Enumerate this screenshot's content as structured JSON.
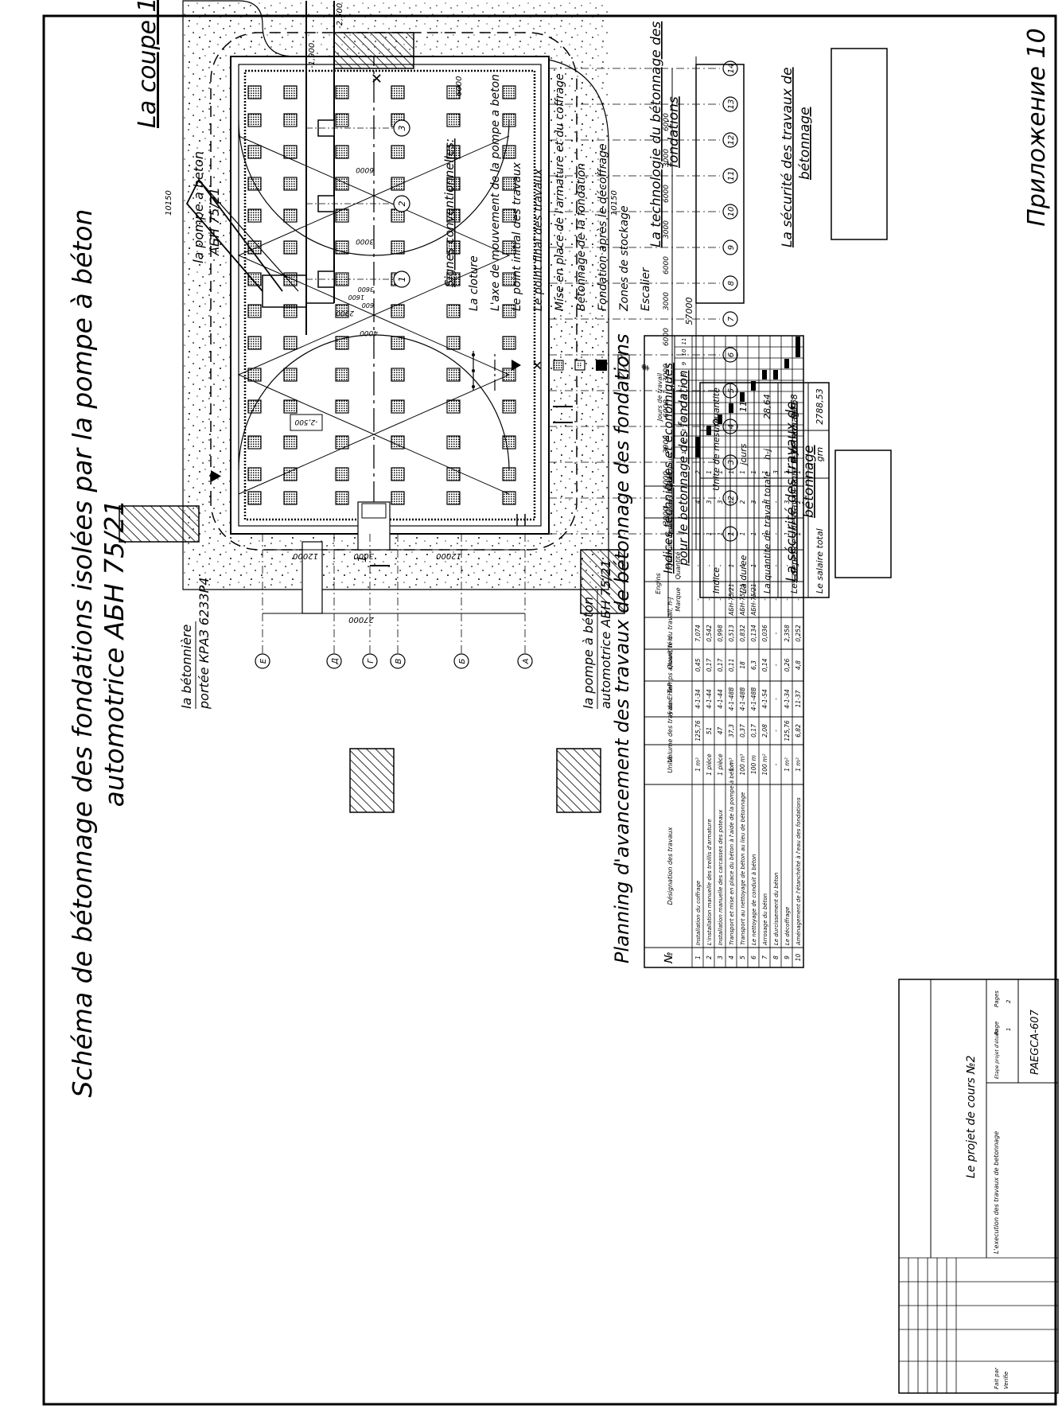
{
  "appendix": "Приложение 10",
  "main_title_line1": "Schéma de bétonnage des fondations isolées par la pompe à béton",
  "main_title_line2": "automotrice АБН 75/21",
  "section_title": "La coupe 1-1",
  "pump_label_line1": "la pompe a beton",
  "pump_label_line2": "АБН 75/21",
  "mixer_label_line1": "la bétonnière",
  "mixer_label_line2": "portée КРАЗ 6233Р4",
  "pump_plan_label_line1": "la pompe à béton",
  "pump_plan_label_line2": "automotrice АБН 75/21",
  "section_marks": [
    "1",
    "2",
    "3"
  ],
  "section_dims": {
    "d3000": "3000",
    "d6000": "6000",
    "d4000": "4000",
    "d2900": "2900",
    "d1600": "1600",
    "d600": "600",
    "d3600": "3600",
    "d1900": "-1,900",
    "d2500": "-2,500"
  },
  "axes_letters": [
    "Е",
    "Д",
    "Г",
    "В",
    "Б",
    "А"
  ],
  "axes_numbers": [
    "1",
    "2",
    "3",
    "4",
    "5",
    "6",
    "7",
    "8",
    "9",
    "10",
    "11",
    "12",
    "13",
    "14"
  ],
  "plan_dims": [
    "3000",
    "6000",
    "3000",
    "6000",
    "3000",
    "6000",
    "3000",
    "6000",
    "3000",
    "6000",
    "3000",
    "6000"
  ],
  "total_length": "57000",
  "left_dims": {
    "d12000a": "12000",
    "d3000": "3000",
    "d12000b": "12000",
    "d27000": "27000"
  },
  "level_mark": "-2,500",
  "offset_dim": "10150",
  "depth_dim": "6000",
  "legend_title": "Signes conventionnelles:",
  "legend": [
    "La cloture",
    "L'axe de mouvement de la pompe a beton",
    "Le point initial des travaux",
    "Le point final des travaux",
    "Mise en place de l'armature et du coffrage",
    "Bétonnage de la fondation",
    "Fondation après le décoffrage",
    "Zones de stockage",
    "Escalier"
  ],
  "indices_title_line1": "Indices techniques et économiques",
  "indices_title_line2": "pour le betonnage des fondation",
  "indices_headers": [
    "Indice",
    "Unite de mesure",
    "Quantite"
  ],
  "indices_rows": [
    [
      "La duree",
      "jours",
      "11"
    ],
    [
      "La quantite de travail totale",
      "h-j",
      "28,64"
    ],
    [
      "Les depences de travail pour le betonnage",
      "h-j/t",
      "0,768"
    ],
    [
      "Le salaire total",
      "grn",
      "2788,53"
    ]
  ],
  "techno_title_line1": "La technologie du bétonnage des",
  "techno_title_line2": "fondations",
  "securite1_line1": "La sécurité des travaux de",
  "securite1_line2": "bétonnage",
  "securite2_line1": "La sécurité des travaux de",
  "securite2_line2": "bétonnage",
  "planning_title": "Planning d'avancement des travaux de bétonnage des fondations",
  "planning_headers": {
    "num": "№",
    "designation": "Désignation des travaux",
    "unite": "Unité",
    "volume": "Volume des travaux",
    "enir": "§ de ЕНиР",
    "temps": "Temps alloué, h-h",
    "quantite_travail": "Quantité du travail, h-j",
    "engins": "Engins",
    "marque": "Marque",
    "quantite": "Quantité",
    "equipes": "Quantité des équipes",
    "ouvriers": "Quantité des ouvriers",
    "duree": "Durée, jours",
    "jours": "Jours de travail",
    "days": [
      "1",
      "2",
      "3",
      "4",
      "5",
      "6",
      "7",
      "8",
      "9",
      "10",
      "11"
    ]
  },
  "planning_rows": [
    {
      "n": "1",
      "d": "Installation du coffrage",
      "u": "1 m²",
      "v": "125,76",
      "e": "4-1-34",
      "t": "0,45",
      "q": "7,074",
      "m": "-",
      "mq": "-",
      "eq": "1",
      "o": "4",
      "du": "2",
      "s": 1,
      "l": 2
    },
    {
      "n": "2",
      "d": "L'installation manuelle des treillis d'armature",
      "u": "1 pièce",
      "v": "51",
      "e": "4-1-44",
      "t": "0,17",
      "q": "0,542",
      "m": "-",
      "mq": "-",
      "eq": "1",
      "o": "3",
      "du": "1",
      "s": 3,
      "l": 1
    },
    {
      "n": "3",
      "d": "Installation manuelle des carcasses des poteaux",
      "u": "1 pièce",
      "v": "47",
      "e": "4-1-44",
      "t": "0,17",
      "q": "0,998",
      "m": "-",
      "mq": "-",
      "eq": "1",
      "o": "3",
      "du": "1",
      "s": 4,
      "l": 1
    },
    {
      "n": "4",
      "d": "Transport et mise en place du béton à l'aide de la pompe à béton",
      "u": "1 m³",
      "v": "37,3",
      "e": "4-1-48B",
      "t": "0,11",
      "q": "0,513",
      "m": "АБН-75/21",
      "mq": "1",
      "eq": "1",
      "o": "1",
      "du": "1",
      "s": 5,
      "l": 1
    },
    {
      "n": "5",
      "d": "Transport au nettoyage de béton au lieu de bétonnage",
      "u": "100 m³",
      "v": "0,37",
      "e": "4-1-48B",
      "t": "18",
      "q": "0,832",
      "m": "АБН-75/21",
      "mq": "1",
      "eq": "1",
      "o": "2",
      "du": "1",
      "s": 6,
      "l": 1
    },
    {
      "n": "6",
      "d": "Le nettoyage de conduit à béton",
      "u": "100 m",
      "v": "0,17",
      "e": "4-1-48B",
      "t": "6,3",
      "q": "0,134",
      "m": "АБН-75/21",
      "mq": "1",
      "eq": "1",
      "o": "3",
      "du": "1",
      "s": 7,
      "l": 1
    },
    {
      "n": "7",
      "d": "Arrosage du béton",
      "u": "100 m²",
      "v": "2,08",
      "e": "4-1-54",
      "t": "0,14",
      "q": "0,036",
      "m": "-",
      "mq": "-",
      "eq": "1",
      "o": "1",
      "du": "1",
      "s": 8,
      "l": 1
    },
    {
      "n": "8",
      "d": "Le durcissement du béton",
      "u": "-",
      "v": "-",
      "e": "-",
      "t": "-",
      "q": "-",
      "m": "-",
      "mq": "-",
      "eq": "-",
      "o": "-",
      "du": "3",
      "s": 8,
      "l": 1
    },
    {
      "n": "9",
      "d": "Le décoffrage",
      "u": "1 m²",
      "v": "125,76",
      "e": "4-1-34",
      "t": "0,26",
      "q": "2,358",
      "m": "-",
      "mq": "-",
      "eq": "1",
      "o": "3",
      "du": "1",
      "s": 9,
      "l": 1
    },
    {
      "n": "10",
      "d": "Aménagement de l'étanchéité à l'eau des fondations",
      "u": "1 m²",
      "v": "6,82",
      "e": "11-37",
      "t": "4,8",
      "q": "0,252",
      "m": "-",
      "mq": "-",
      "eq": "1",
      "o": "2",
      "du": "1",
      "s": 10,
      "l": 2
    }
  ],
  "stamp": {
    "project": "Le projet de cours №2",
    "subject": "L'execution des travaux de betonnage",
    "etape": "Etape projet d'étude",
    "page": "Page",
    "pages": "Pages",
    "page_no": "1",
    "pages_no": "2",
    "code": "PAEGCA-607",
    "fait_par": "Fait par",
    "verifie": "Verifie"
  },
  "cut_mark": "1"
}
